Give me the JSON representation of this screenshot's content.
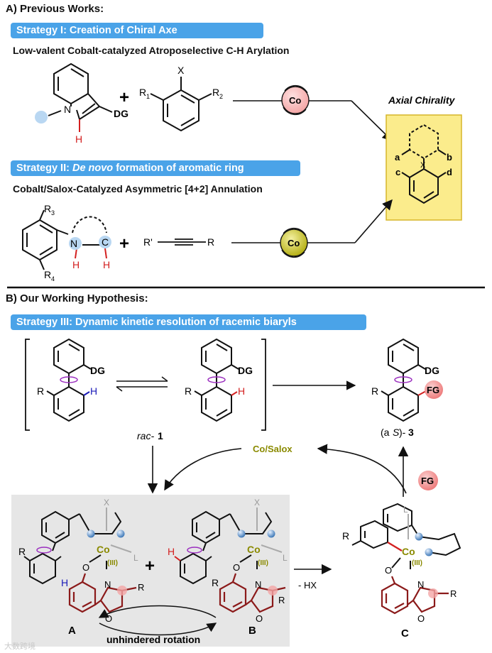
{
  "sectionA": {
    "title": "A) Previous Works:",
    "strategy1": {
      "pill": "Strategy I: Creation of Chiral Axe",
      "subtitle": "Low-valent Cobalt-catalyzed Atroposelective C-H Arylation",
      "indole_N": "N",
      "indole_DG": "DG",
      "indole_H": "H",
      "plus": "+",
      "aryl_X": "X",
      "aryl_R1": "R",
      "aryl_R1_sub": "1",
      "aryl_R2": "R",
      "aryl_R2_sub": "2",
      "catalyst": "Co"
    },
    "strategy2": {
      "pill_prefix": "Strategy II: ",
      "pill_italic": "De novo",
      "pill_suffix": " formation of aromatic ring",
      "subtitle": "Cobalt/Salox-Catalyzed Asymmetric [4+2] Annulation",
      "R3": "R",
      "R3_sub": "3",
      "R4": "R",
      "R4_sub": "4",
      "N": "N",
      "C": "C",
      "H1": "H",
      "H2": "H",
      "plus": "+",
      "alkyne_left": "R'",
      "alkyne_right": "R",
      "catalyst": "Co"
    },
    "result": {
      "title": "Axial Chirality",
      "a": "a",
      "b": "b",
      "c": "c",
      "d": "d",
      "X": "X"
    }
  },
  "sectionB": {
    "title": "B) Our Working Hypothesis:",
    "pill": "Strategy III: Dynamic kinetic resolution of racemic biaryls",
    "DG1": "DG",
    "DG2": "DG",
    "DG3": "DG",
    "R1": "R",
    "R2": "R",
    "R3": "R",
    "H1": "H",
    "H2": "H",
    "FG_product": "FG",
    "rac_label_prefix": "rac-",
    "rac_label_num": "1",
    "product_label_prefix": "(a",
    "product_label_S": "S",
    "product_label_suffix": ")-",
    "product_label_num": "3",
    "catalyst_label": "Co/Salox",
    "FG_reagent": "FG",
    "HX": "- HX",
    "intA": {
      "label": "A",
      "Co": "Co",
      "ox": "(III)",
      "X": "X",
      "L": "L",
      "O": "O",
      "N": "N",
      "Ox": "O",
      "R": "R",
      "Rtop": "R",
      "H": "H"
    },
    "intB": {
      "label": "B",
      "Co": "Co",
      "ox": "(III)",
      "X": "X",
      "L": "L",
      "O": "O",
      "N": "N",
      "Ox": "O",
      "R": "R",
      "Rring": "R",
      "H": "H"
    },
    "intC": {
      "label": "C",
      "Co": "Co",
      "ox": "(III)",
      "L": "L",
      "O": "O",
      "N": "N",
      "Ox": "O",
      "R": "R",
      "Rring": "R"
    },
    "plusAB": "+",
    "rotation": "unhindered rotation"
  },
  "watermark": "大数跨境"
}
